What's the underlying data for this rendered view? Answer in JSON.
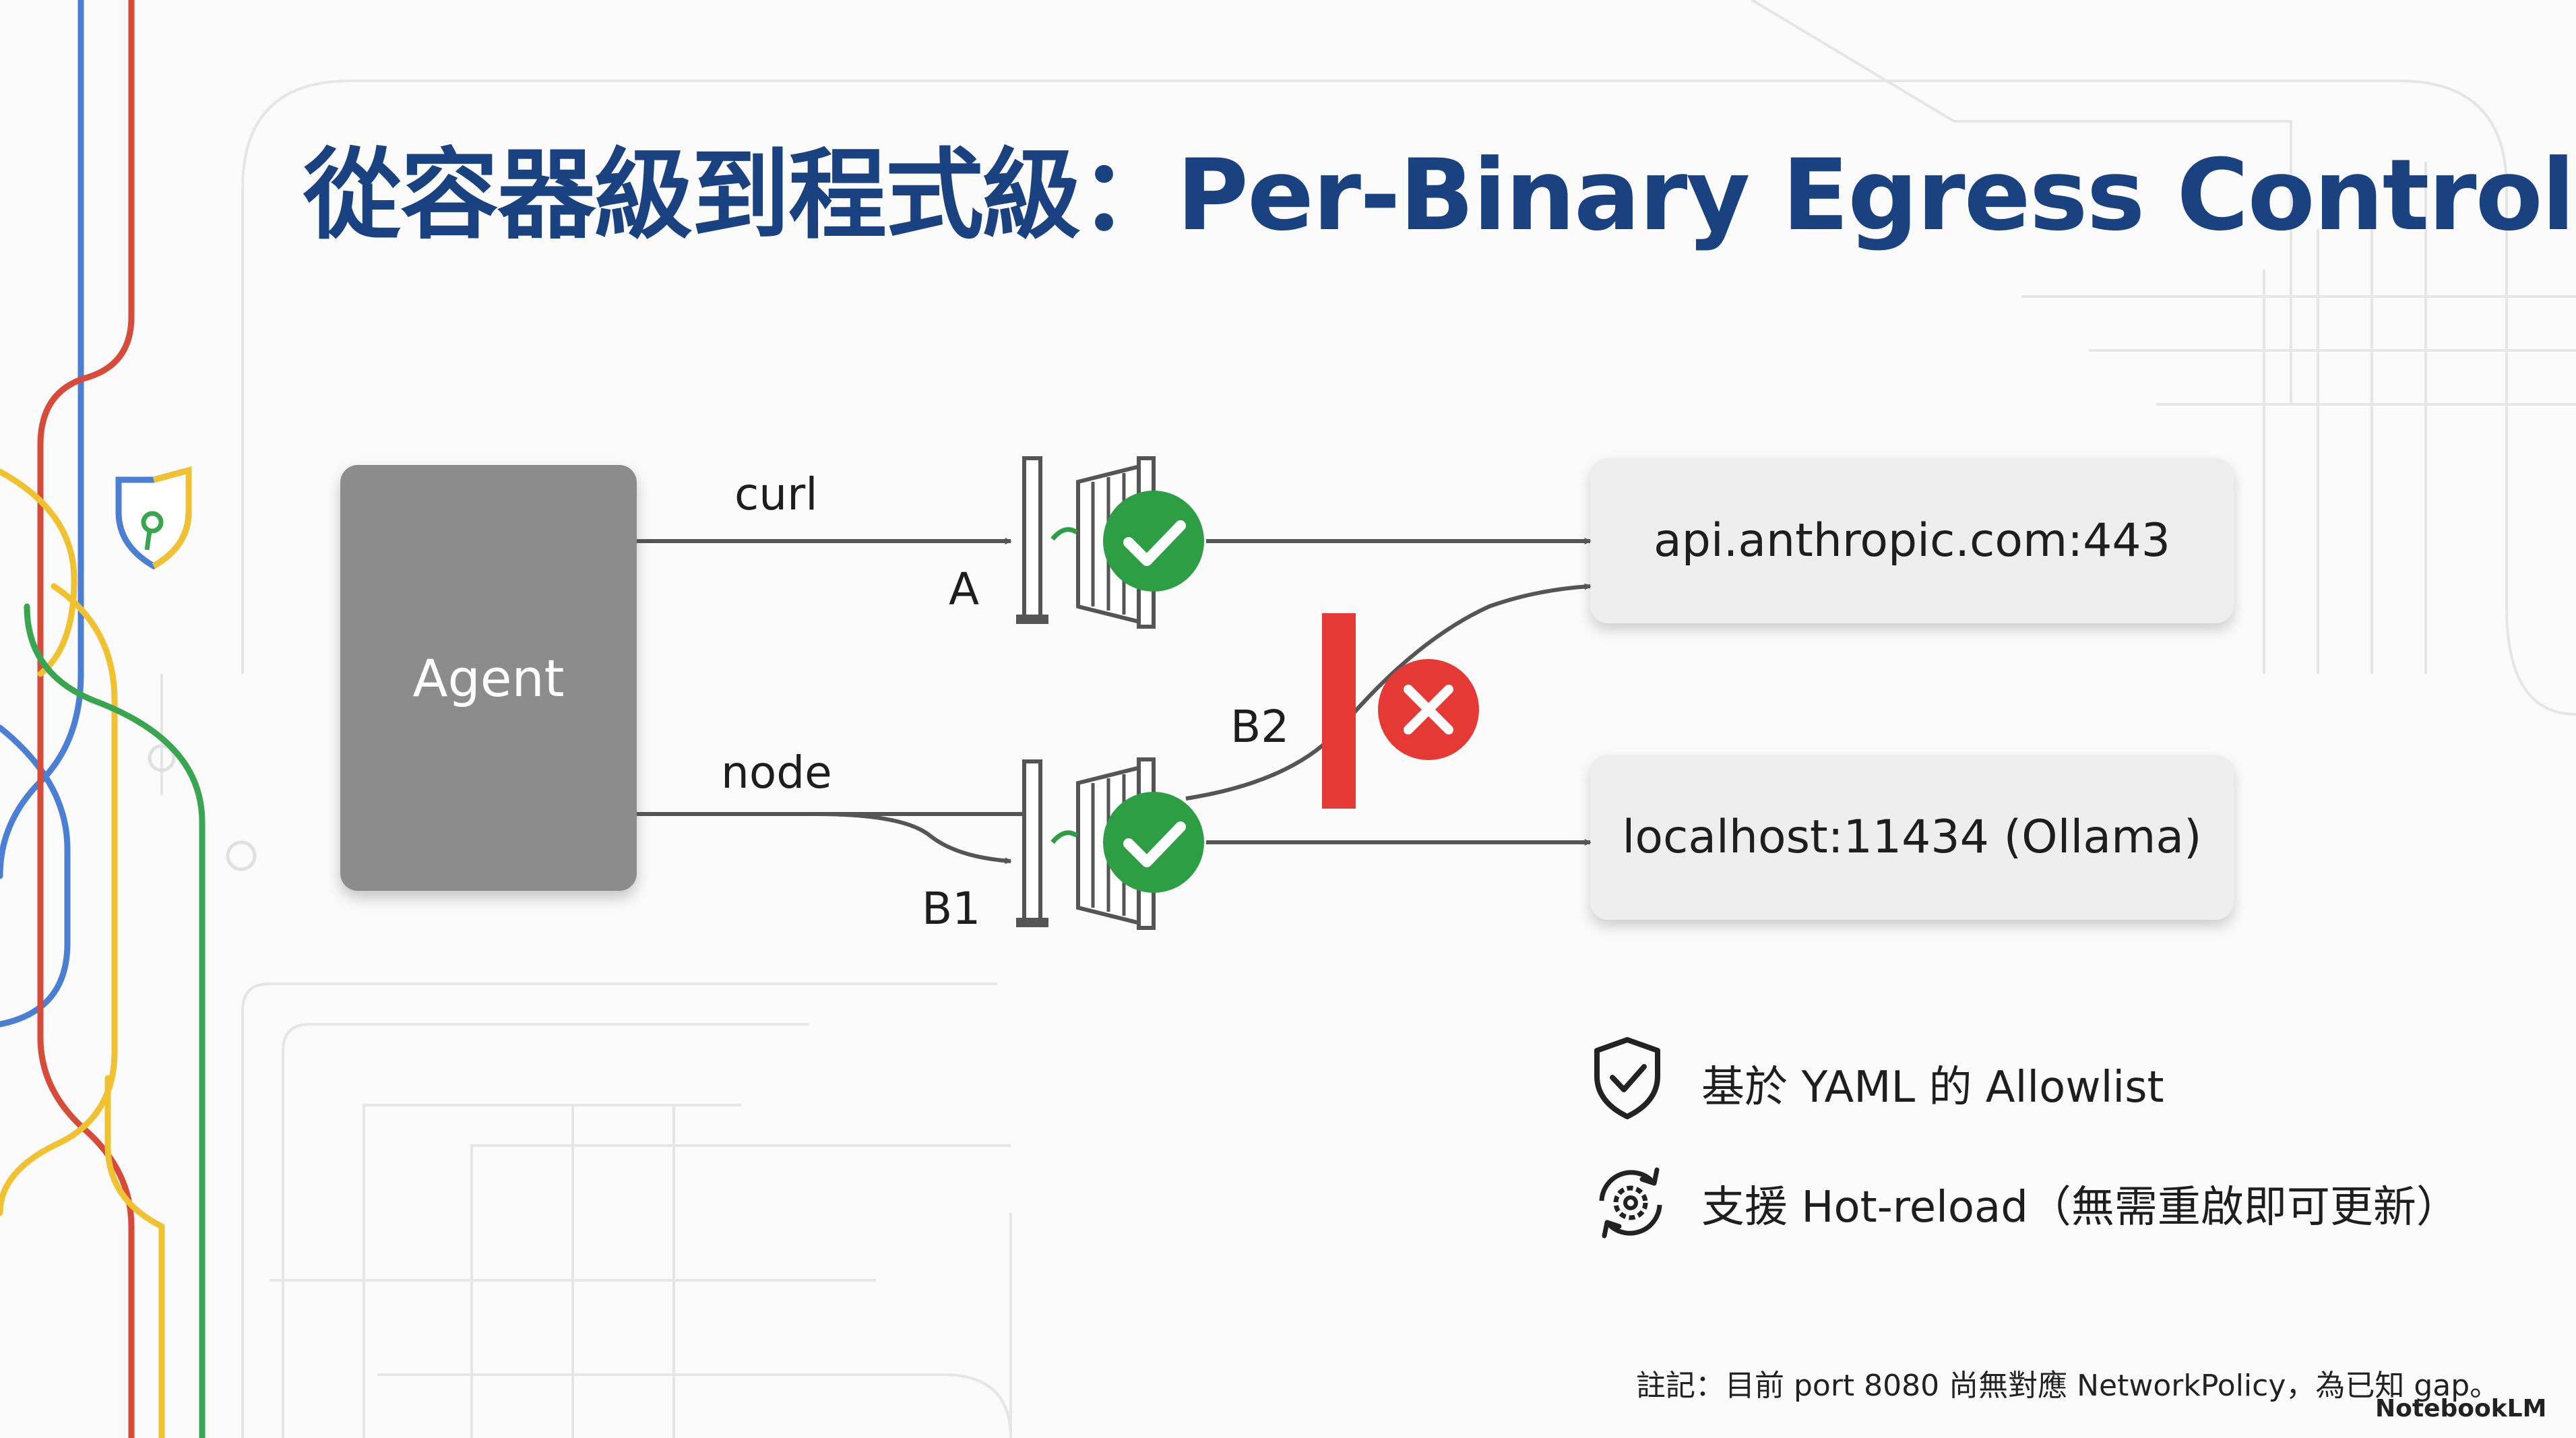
{
  "title": "從容器級到程式級：Per-Binary Egress Control",
  "agent": {
    "label": "Agent"
  },
  "destinations": {
    "api": "api.anthropic.com:443",
    "local": "localhost:11434 (Ollama)"
  },
  "paths": {
    "curl_label": "curl",
    "node_label": "node",
    "a_label": "A",
    "b1_label": "B1",
    "b2_label": "B2"
  },
  "features": [
    {
      "icon": "shield-check-icon",
      "text": "基於 YAML 的 Allowlist"
    },
    {
      "icon": "gear-refresh-icon",
      "text": "支援 Hot-reload（無需重啟即可更新）"
    }
  ],
  "footnote": "註記：目前 port 8080 尚無對應 NetworkPolicy，為已知 gap。",
  "watermark": "NotebookLM",
  "colors": {
    "title": "#1a4281",
    "allow": "#2e9e44",
    "deny": "#e53935",
    "agent_box": "#8c8c8c",
    "destination_box": "#eeeeee",
    "trace_blue": "#4a7fd4",
    "trace_red": "#d64b3a",
    "trace_yellow": "#f0c232",
    "trace_green": "#3aa551"
  }
}
